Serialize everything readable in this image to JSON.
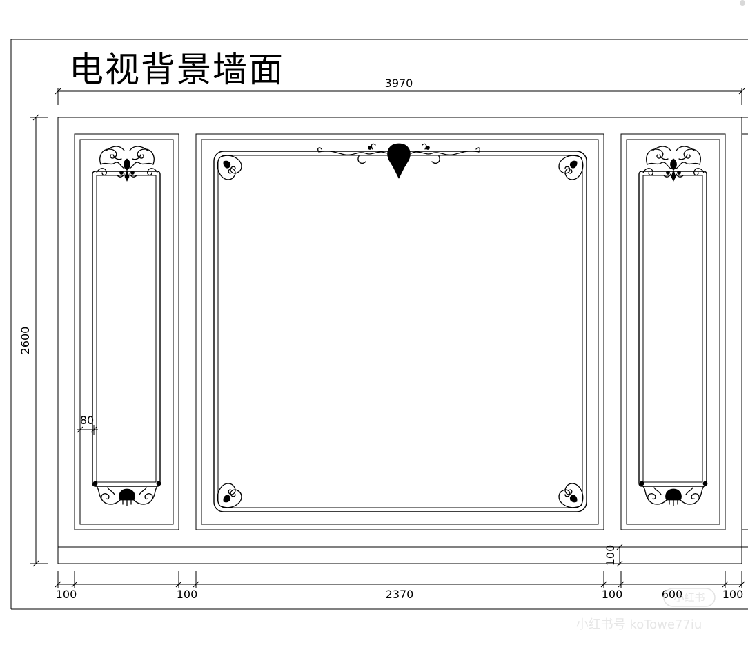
{
  "title": "电视背景墙面",
  "dimensions": {
    "overall_width": "3970",
    "overall_height": "2600",
    "frame_width": "80",
    "skirting_height": "100",
    "bottom_left_margin": "100",
    "bottom_gap_left": "100",
    "center_panel_width": "2370",
    "bottom_gap_right": "100",
    "right_panel_width": "600",
    "bottom_right_margin": "100"
  },
  "watermark": {
    "badge": "小红书",
    "account": "小红书号 koTowe77iu"
  }
}
